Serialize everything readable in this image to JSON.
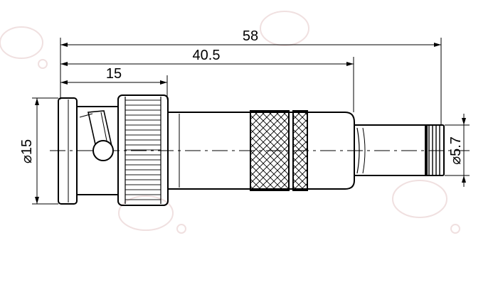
{
  "drawing": {
    "dimensions": {
      "overall_length": "58",
      "body_length": "40.5",
      "head_length": "15",
      "head_diameter": "⌀15",
      "cable_diameter": "⌀5.7"
    }
  },
  "colors": {
    "line": "#000000",
    "watermark": "#f0e0e0"
  }
}
